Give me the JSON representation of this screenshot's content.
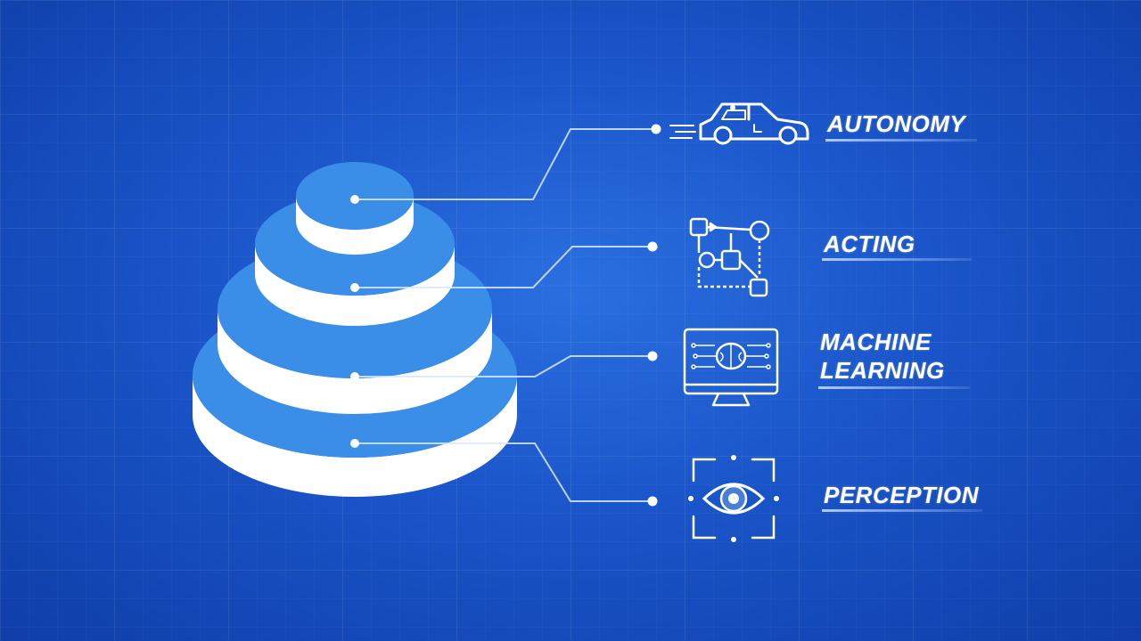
{
  "layers": [
    {
      "id": "autonomy",
      "label_lines": [
        "AUTONOMY"
      ],
      "icon": "car-icon"
    },
    {
      "id": "acting",
      "label_lines": [
        "ACTING"
      ],
      "icon": "flowchart-icon"
    },
    {
      "id": "machine-learning",
      "label_lines": [
        "MACHINE",
        "LEARNING"
      ],
      "icon": "monitor-brain-icon"
    },
    {
      "id": "perception",
      "label_lines": [
        "PERCEPTION"
      ],
      "icon": "eye-scan-icon"
    }
  ],
  "colors": {
    "background": "#1a55c9",
    "layer_top": "#3a8ee8",
    "layer_side": "#ffffff",
    "line": "#d9e8ff"
  }
}
